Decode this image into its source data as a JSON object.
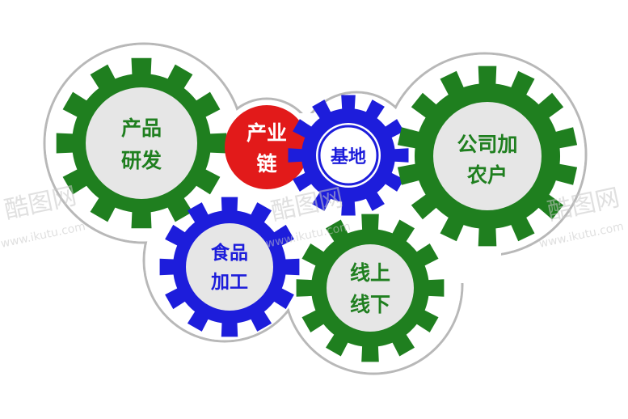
{
  "colors": {
    "green": "#1f7f1f",
    "blue": "#1d1ddb",
    "red": "#e21a1a",
    "inner": "#e6e6e6",
    "text_green": "#1f7f1f",
    "text_blue": "#1d1ddb",
    "text_white": "#ffffff"
  },
  "gears": [
    {
      "id": "product-rd",
      "line1": "产品",
      "line2": "研发",
      "color": "green"
    },
    {
      "id": "industry-chain",
      "line1": "产业",
      "line2": "链",
      "color": "red"
    },
    {
      "id": "base",
      "line1": "基地",
      "color": "blue"
    },
    {
      "id": "company-farmers",
      "line1": "公司加",
      "line2": "农户",
      "color": "green"
    },
    {
      "id": "food-processing",
      "line1": "食品",
      "line2": "加工",
      "color": "blue"
    },
    {
      "id": "online-offline",
      "line1": "线上",
      "line2": "线下",
      "color": "green"
    }
  ],
  "watermark": {
    "brand": "酷图网",
    "url": "www.ikutu.com"
  }
}
